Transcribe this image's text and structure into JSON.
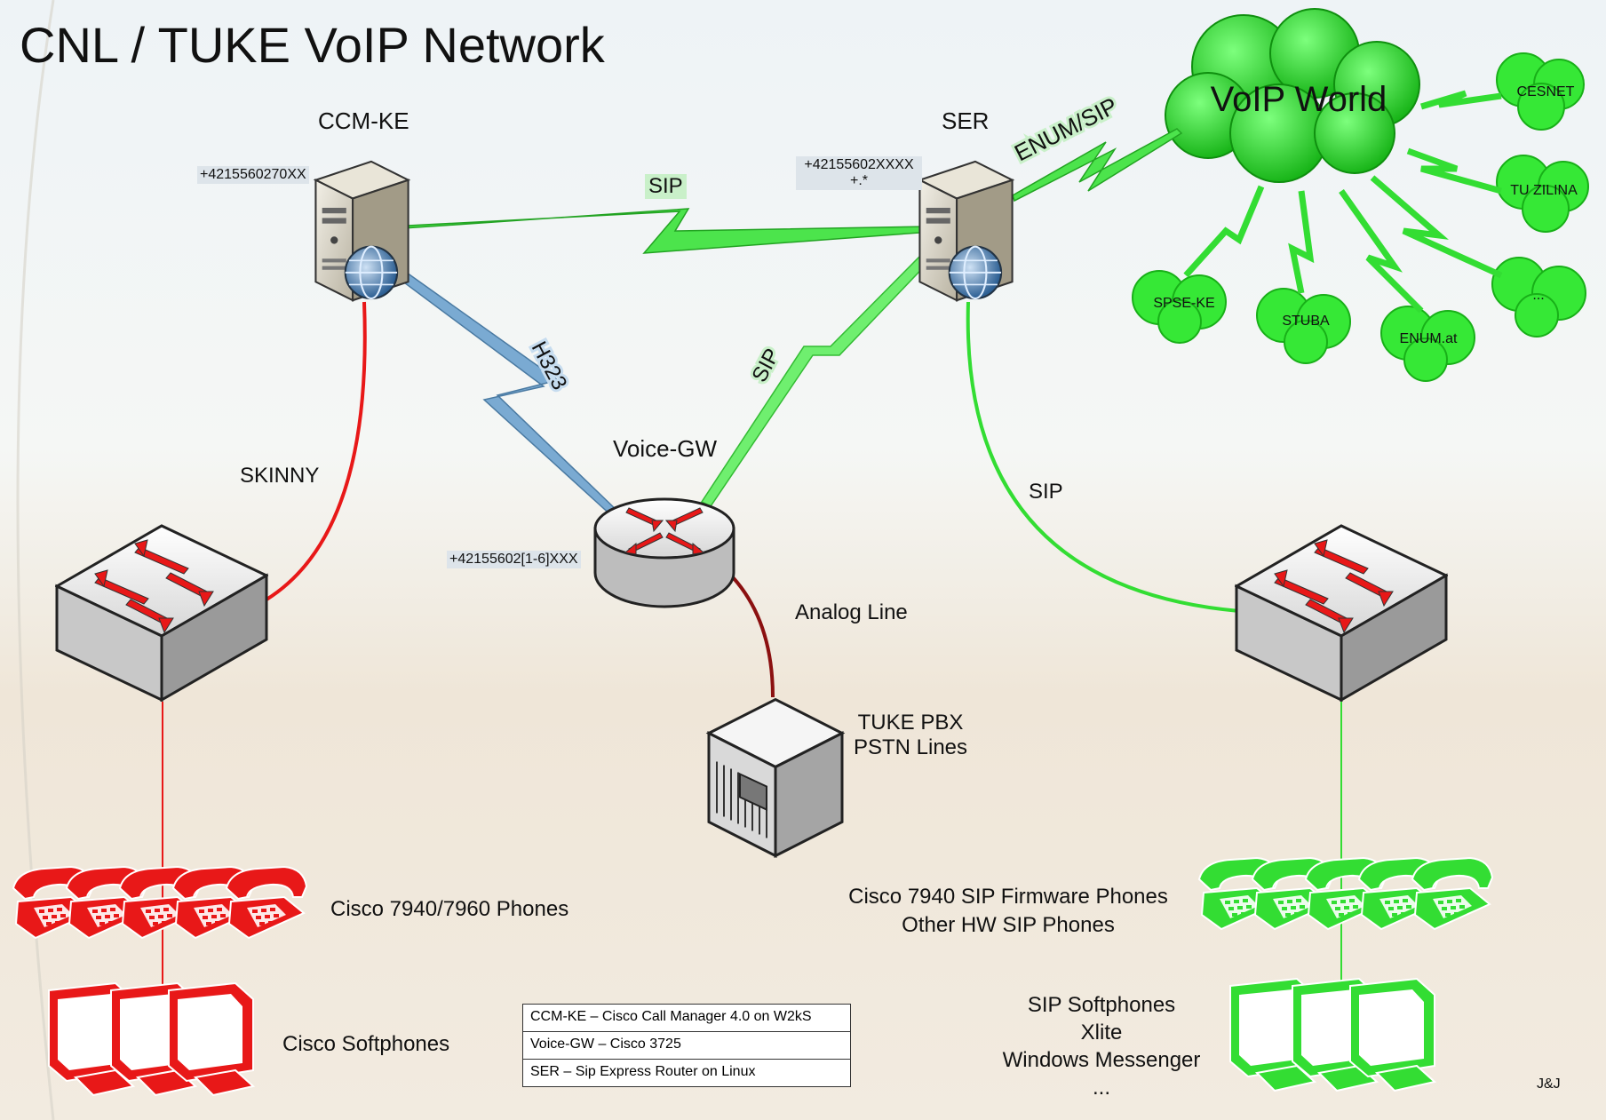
{
  "title": "CNL / TUKE VoIP Network",
  "nodes": {
    "ccm": {
      "label": "CCM-KE",
      "number": "+4215560270XX"
    },
    "ser": {
      "label": "SER",
      "number_line1": "+42155602XXXX",
      "number_line2": "+.*"
    },
    "gw": {
      "label": "Voice-GW",
      "number": "+42155602[1-6]XXX"
    },
    "pbx": {
      "line1": "TUKE PBX",
      "line2": "PSTN Lines"
    },
    "cloud": {
      "label": "VoIP World"
    },
    "sub_clouds": [
      "CESNET",
      "TU ZILINA",
      "...",
      "ENUM.at",
      "STUBA",
      "SPSE-KE"
    ]
  },
  "links": {
    "ccm_ser": "SIP",
    "ser_cloud": "ENUM/SIP",
    "ccm_gw": "H323",
    "ser_gw": "SIP",
    "ccm_switch": "SKINNY",
    "ser_switch": "SIP",
    "gw_pbx": "Analog Line"
  },
  "left_side": {
    "phones": "Cisco 7940/7960 Phones",
    "softphones": "Cisco Softphones"
  },
  "right_side": {
    "phones_line1": "Cisco 7940 SIP Firmware Phones",
    "phones_line2": "Other HW SIP Phones",
    "soft_line1": "SIP Softphones",
    "soft_line2": "Xlite",
    "soft_line3": "Windows Messenger",
    "soft_line4": "..."
  },
  "legend": [
    "CCM-KE – Cisco Call Manager 4.0 on W2kS",
    "Voice-GW – Cisco 3725",
    "SER – Sip Express Router on Linux"
  ],
  "credit": "J&J",
  "colors": {
    "red": "#e81818",
    "green": "#33dd33",
    "blue": "#6d9ec6",
    "dark_red": "#8b1010"
  }
}
